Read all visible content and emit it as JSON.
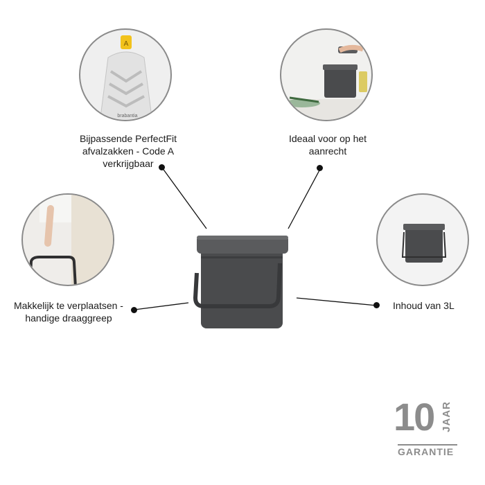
{
  "features": {
    "bags": {
      "line1": "Bijpassende PerfectFit",
      "line2": "afvalzakken - Code A",
      "line3": "verkrijgbaar",
      "bag_brand": "brabantia",
      "tag_letter": "A"
    },
    "counter": {
      "line1": "Ideaal voor op het",
      "line2": "aanrecht"
    },
    "handle": {
      "line1": "Makkelijk te verplaatsen -",
      "line2": "handige draaggreep"
    },
    "capacity": {
      "line1": "Inhoud van 3L"
    }
  },
  "warranty": {
    "number": "10",
    "unit": "JAAR",
    "label": "GARANTIE"
  },
  "colors": {
    "bin": "#4a4b4d",
    "bin_lid": "#5a5b5d",
    "circle_border": "#8a8a8a",
    "badge": "#8c8c8c",
    "tag": "#f2c21b"
  }
}
